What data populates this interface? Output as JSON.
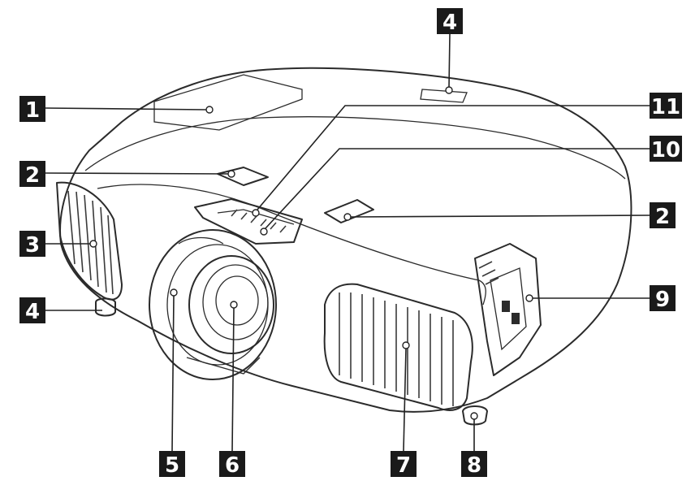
{
  "diagram": {
    "callouts": [
      {
        "label": "1"
      },
      {
        "label": "2"
      },
      {
        "label": "3"
      },
      {
        "label": "4"
      },
      {
        "label": "4"
      },
      {
        "label": "2"
      },
      {
        "label": "11"
      },
      {
        "label": "10"
      },
      {
        "label": "9"
      },
      {
        "label": "5"
      },
      {
        "label": "6"
      },
      {
        "label": "7"
      },
      {
        "label": "8"
      }
    ]
  },
  "colors": {
    "badge": "#1a1a1a",
    "badge_text": "#ffffff",
    "outline": "#2b2b2b",
    "body_fill": "#ffffff"
  }
}
